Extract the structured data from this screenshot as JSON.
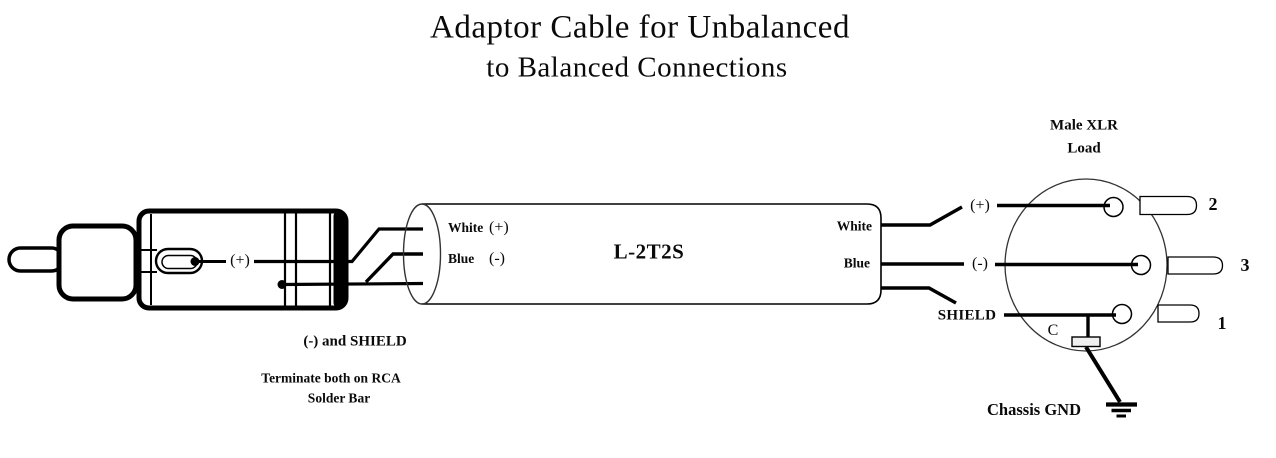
{
  "title": {
    "line1": "Adaptor Cable for Unbalanced",
    "line2": "to Balanced Connections"
  },
  "rca_connector": {
    "center_pin_label": "(+)",
    "note_line1": "(-) and SHIELD",
    "note_line2": "Terminate both on RCA",
    "note_line3": "Solder Bar"
  },
  "cable": {
    "model": "L-2T2S",
    "left_end": {
      "wire1_name": "White",
      "wire1_sign": "(+)",
      "wire2_name": "Blue",
      "wire2_sign": "(-)"
    },
    "right_end": {
      "wire1_name": "White",
      "wire2_name": "Blue"
    }
  },
  "xlr_connector": {
    "header_line1": "Male XLR",
    "header_line2": "Load",
    "plus_label": "(+)",
    "minus_label": "(-)",
    "shield_label": "SHIELD",
    "pin2_label": "2",
    "pin3_label": "3",
    "pin1_label": "1",
    "capacitor_label": "C",
    "ground_label": "Chassis GND"
  },
  "colors": {
    "ink": "#000000",
    "background": "#ffffff",
    "capacitor_fill": "#efefef"
  }
}
